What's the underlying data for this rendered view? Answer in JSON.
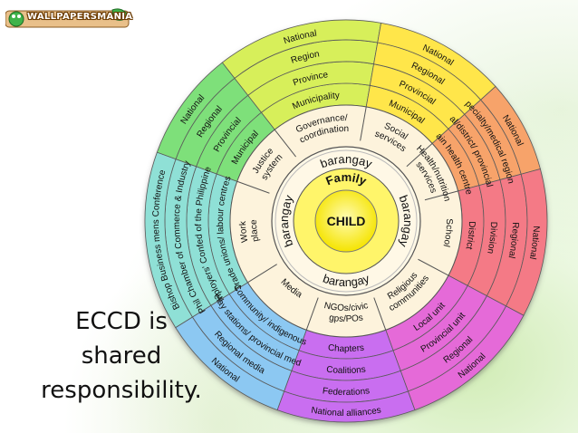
{
  "watermark": {
    "text": "WALLPAPERSMANIA"
  },
  "caption": {
    "line1": "ECCD is",
    "line2": "shared",
    "line3": "responsibility."
  },
  "center": {
    "child": "CHILD",
    "family": "Family",
    "barangay": "barangay"
  },
  "colors": {
    "green": "#7ee07a",
    "yellow": "#ffe64a",
    "orange": "#f7a36a",
    "red": "#f47a86",
    "pink": "#e56ad8",
    "purple": "#c96ef0",
    "blue": "#8cc8f2",
    "teal": "#8fe0d6",
    "inner": "#fdf3dc",
    "child": "#fff30a"
  },
  "sectors": {
    "governance": {
      "label": "Governance/ coordination",
      "levels": [
        "Municipality",
        "Province",
        "Region",
        "National"
      ]
    },
    "social": {
      "label": "Social services",
      "levels": [
        "Municipal",
        "Provincial",
        "Regional",
        "National"
      ]
    },
    "health": {
      "label": "Health/nutrition services",
      "levels": [
        "Main health centres",
        "Municipal/district/ provincial hospital",
        "Specialty/medical regional",
        "National"
      ]
    },
    "school": {
      "label": "School",
      "levels": [
        "District",
        "Division",
        "Regional",
        "National"
      ]
    },
    "religious": {
      "label": "Religious communities",
      "levels": [
        "Local unit",
        "Provincial unit",
        "Regional",
        "National"
      ]
    },
    "ngo": {
      "label": "NGOs/civic gps/POs",
      "levels": [
        "Chapters",
        "Coalitions",
        "Federations",
        "National alliances"
      ]
    },
    "media": {
      "label": "Media",
      "levels": [
        "Community/ indigenous",
        "Relay stations/ provincial media",
        "Regional media",
        "National"
      ]
    },
    "work": {
      "label": "Work place",
      "levels": [
        "Trade unions/ labour centres",
        "Employers' Confed of the Philippines",
        "Phil Chamber of Commerce & Industry",
        "Bishop Business mens Conference"
      ]
    },
    "justice": {
      "label": "Justice system",
      "levels": [
        "Municipal",
        "Provincial",
        "Regional",
        "National"
      ]
    }
  }
}
